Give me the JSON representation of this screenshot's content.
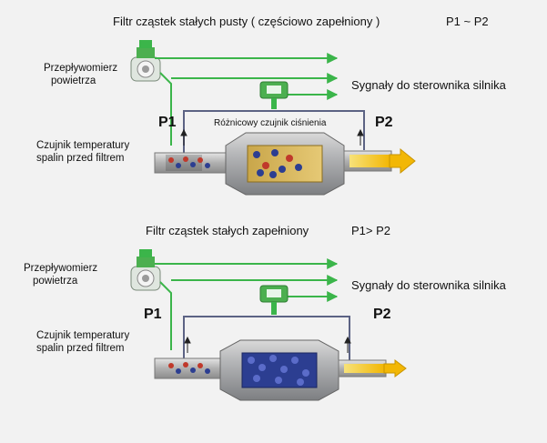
{
  "panels": [
    {
      "title": "Filtr cząstek stałych pusty ( częściowo zapełniony )",
      "relation": "P1 ~ P2",
      "airflow_label_line1": "Przepływomierz",
      "airflow_label_line2": "powietrza",
      "signals_label": "Sygnały do sterownika silnika",
      "diff_sensor_label": "Różnicowy czujnik ciśnienia",
      "p1": "P1",
      "p2": "P2",
      "temp_label_line1": "Czujnik temperatury",
      "temp_label_line2": "spalin przed filtrem",
      "fill_state": "partial"
    },
    {
      "title": "Filtr cząstek stałych zapełniony",
      "relation": "P1> P2",
      "airflow_label_line1": "Przepływomierz",
      "airflow_label_line2": "powietrza",
      "signals_label": "Sygnały do sterownika silnika",
      "p1": "P1",
      "p2": "P2",
      "temp_label_line1": "Czujnik temperatury",
      "temp_label_line2": "spalin przed filtrem",
      "fill_state": "full"
    }
  ],
  "colors": {
    "background": "#f2f2f2",
    "signal_line": "#3bb54a",
    "sensor_body": "#4caf50",
    "pressure_line": "#5c6384",
    "exhaust_arrow": "#f2b705",
    "filter_body": "#a7a9ac",
    "soot": "#2c3e91"
  },
  "icons": [
    "airflow-meter-icon",
    "pressure-sensor-icon",
    "exhaust-arrow-icon",
    "flow-arrow-icon"
  ]
}
